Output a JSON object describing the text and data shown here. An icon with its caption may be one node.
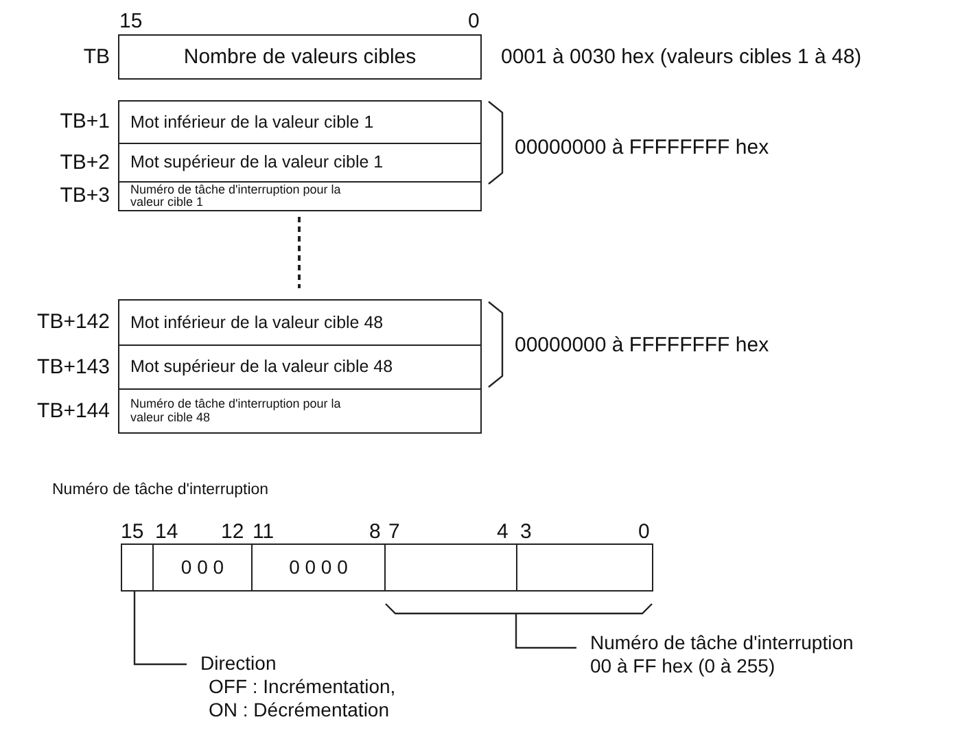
{
  "diagram": {
    "nodes": [
      {
        "text": [
          "Nombre de valeurs cibles"
        ],
        "beside": [
          "TB"
        ]
      },
      {
        "text": [
          "Mot inférieur de la valeur cible 1"
        ],
        "beside": [
          "TB+1"
        ]
      },
      {
        "text": [
          "Mot supérieur de la valeur cible 1"
        ],
        "beside": [
          "TB+2"
        ]
      },
      {
        "text": [
          "Numéro de tâche d'interruption pour la valeur cible 1"
        ],
        "beside": [
          "TB+3"
        ]
      },
      {
        "text": [
          "Mot inférieur de la valeur cible 48"
        ],
        "beside": [
          "TB+142"
        ]
      },
      {
        "text": [
          "Mot supérieur de la valeur cible 48"
        ],
        "beside": [
          "TB+143"
        ]
      },
      {
        "text": [
          "Numéro de tâche d'interruption pour la valeur cible 48"
        ],
        "beside": [
          "TB+144"
        ]
      },
      {
        "text": [],
        "shape": "box"
      },
      {
        "text": [
          "0 0 0"
        ]
      },
      {
        "text": [
          "0 0 0 0"
        ]
      },
      {
        "text": [],
        "shape": "box"
      },
      {
        "text": [],
        "shape": "box"
      },
      {
        "text": [
          "Direction",
          "OFF : Incrémentation,",
          "ON : Décrémentation"
        ]
      },
      {
        "text": [
          "Numéro de tâche d'interruption 00 à FF hex (0 à 255)"
        ]
      }
    ],
    "edges": [
      {
        "from": 12,
        "to": 7,
        "arrow": "none"
      },
      {
        "from": 13,
        "to": null,
        "arrow": "none"
      }
    ],
    "labels": [
      "15",
      "0",
      "0001 à 0030 hex (valeurs cibles 1 à 48)",
      "00000000 à FFFFFFFF hex",
      "00000000 à FFFFFFFF hex",
      "Numéro de tâche d'interruption",
      "15",
      "14",
      "12",
      "11",
      "8",
      "7",
      "4",
      "3",
      "0"
    ]
  }
}
